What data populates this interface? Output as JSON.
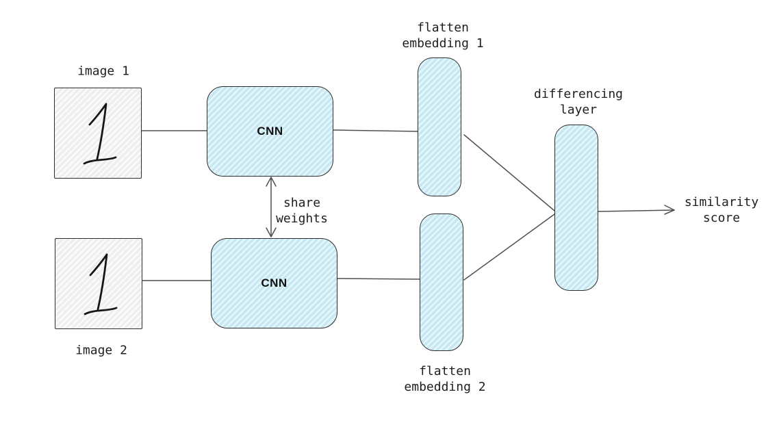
{
  "colors": {
    "background": "#ffffff",
    "node_fill": "#c6e8f2",
    "node_fill_streak": "#e7f6fa",
    "node_stroke": "#2b2b2b",
    "image_fill": "#eeeeee",
    "image_fill_streak": "#fbfbfb",
    "connector": "#4f4f4f",
    "text": "#1e1e1e"
  },
  "nodes": {
    "image1": {
      "label": "image 1",
      "content_glyph": "handwritten-digit-1"
    },
    "image2": {
      "label": "image 2",
      "content_glyph": "handwritten-digit-1"
    },
    "cnn1": {
      "label": "CNN"
    },
    "cnn2": {
      "label": "CNN"
    },
    "flatten1": {
      "line1": "flatten",
      "line2": "embedding 1"
    },
    "flatten2": {
      "line1": "flatten",
      "line2": "embedding 2"
    },
    "differencing": {
      "line1": "differencing",
      "line2": "layer"
    }
  },
  "annotations": {
    "share_weights": {
      "line1": "share",
      "line2": "weights"
    },
    "similarity": {
      "line1": "similarity",
      "line2": "score"
    }
  }
}
